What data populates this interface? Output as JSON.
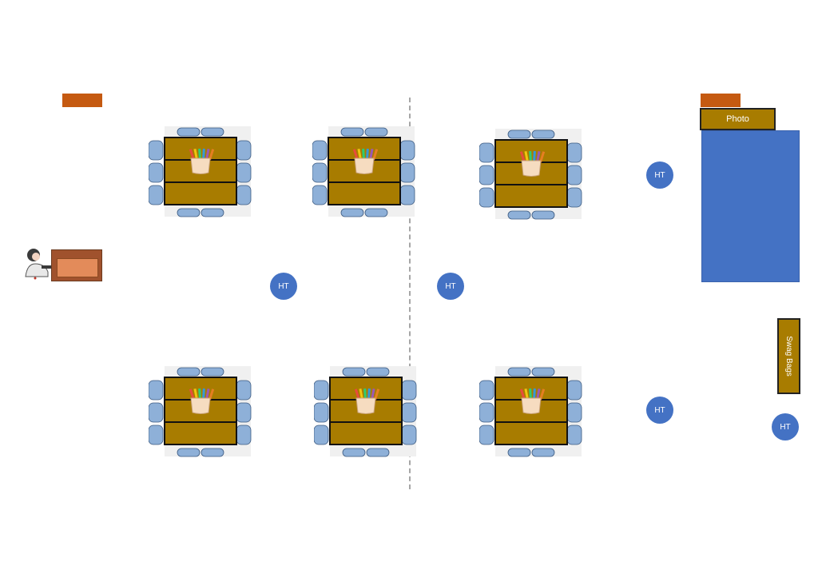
{
  "labels": {
    "photo": "Photo",
    "swag_bags": "Swag Bags",
    "ht": "HT"
  },
  "colors": {
    "table": "#a87c00",
    "chair": "#8eb0d8",
    "ht_circle": "#4472c4",
    "blue_area": "#4472c4",
    "orange_bar": "#c55a11",
    "podium": "#a0522d"
  },
  "icons": [
    "pencil-cup-icon",
    "speaker-icon",
    "podium-icon"
  ],
  "ht_markers": [
    "HT",
    "HT",
    "HT",
    "HT",
    "HT"
  ]
}
